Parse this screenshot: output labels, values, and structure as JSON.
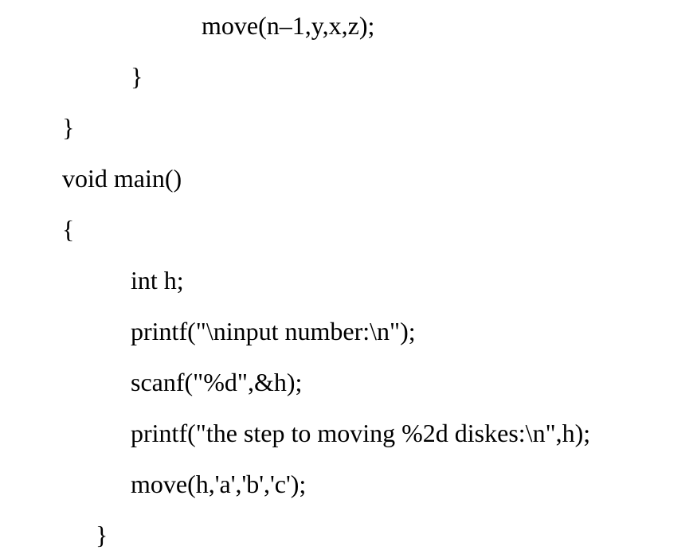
{
  "code_lines": [
    "move(n–1,y,x,z);",
    "}",
    "}",
    "void main()",
    "{",
    "int h;",
    "printf(\"\\ninput number:\\n\");",
    "scanf(\"%d\",&h);",
    "printf(\"the step to moving %2d diskes:\\n\",h);",
    "move(h,'a','b','c');",
    "}"
  ]
}
